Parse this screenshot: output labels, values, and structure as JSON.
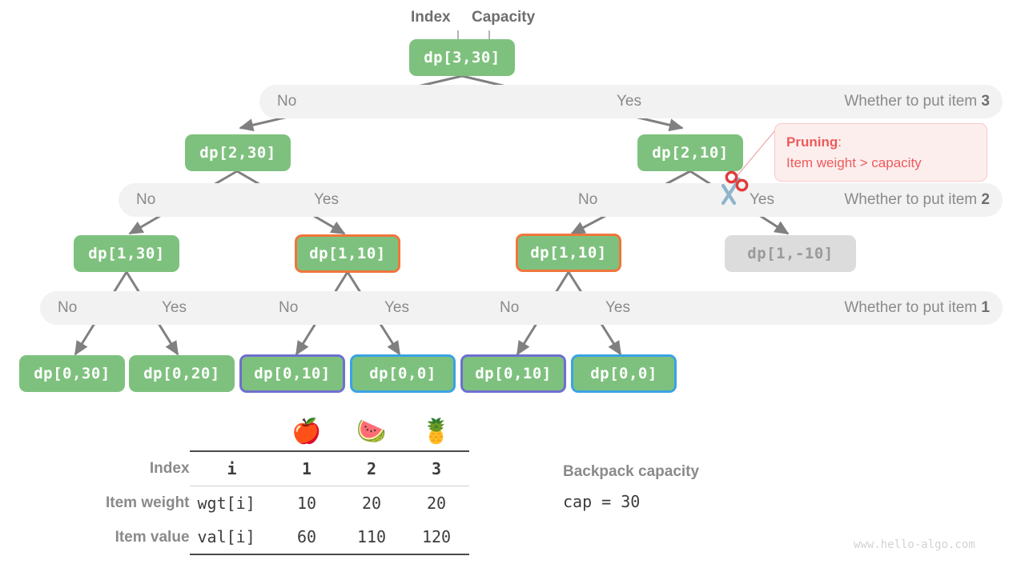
{
  "header": {
    "index_label": "Index",
    "capacity_label": "Capacity"
  },
  "tree": {
    "root": {
      "label": "dp[3,30]"
    },
    "level2": [
      {
        "label": "dp[2,30]"
      },
      {
        "label": "dp[2,10]"
      }
    ],
    "level3": [
      {
        "label": "dp[1,30]",
        "border": "none"
      },
      {
        "label": "dp[1,10]",
        "border": "orange"
      },
      {
        "label": "dp[1,10]",
        "border": "orange"
      },
      {
        "label": "dp[1,-10]",
        "border": "dim"
      }
    ],
    "level4": [
      {
        "label": "dp[0,30]",
        "border": "none"
      },
      {
        "label": "dp[0,20]",
        "border": "none"
      },
      {
        "label": "dp[0,10]",
        "border": "purple"
      },
      {
        "label": "dp[0,0]",
        "border": "blue"
      },
      {
        "label": "dp[0,10]",
        "border": "purple"
      },
      {
        "label": "dp[0,0]",
        "border": "blue"
      }
    ]
  },
  "bands": [
    {
      "title": "Whether to put item 3",
      "title_plain": "Whether to put item ",
      "title_bold": "3",
      "choices": [
        "No",
        "Yes"
      ]
    },
    {
      "title": "Whether to put item 2",
      "title_plain": "Whether to put item ",
      "title_bold": "2",
      "choices": [
        "No",
        "Yes",
        "No",
        "Yes"
      ]
    },
    {
      "title": "Whether to put item 1",
      "title_plain": "Whether to put item ",
      "title_bold": "1",
      "choices": [
        "No",
        "Yes",
        "No",
        "Yes",
        "No",
        "Yes"
      ]
    }
  ],
  "callout": {
    "title": "Pruning",
    "colon": ":",
    "body": "Item weight > capacity",
    "icon": "scissors-icon"
  },
  "table": {
    "emojis": [
      "🍎",
      "🍉",
      "🍍"
    ],
    "row_labels": [
      "Index",
      "Item weight",
      "Item value"
    ],
    "keys": [
      "i",
      "wgt[i]",
      "val[i]"
    ],
    "rows": [
      [
        "1",
        "2",
        "3"
      ],
      [
        "10",
        "20",
        "20"
      ],
      [
        "60",
        "110",
        "120"
      ]
    ]
  },
  "capacity": {
    "title": "Backpack capacity",
    "value": "cap = 30"
  },
  "footer": {
    "text": "www.hello-algo.com"
  },
  "colors": {
    "node_green": "#7ec17e",
    "node_dim": "#dcdcdc",
    "border_orange": "#f1753c",
    "border_purple": "#6f6fd0",
    "border_blue": "#3aa3e3",
    "band_bg": "#f2f2f2",
    "arrow_gray": "#808080",
    "callout_red": "#ec5b5b",
    "callout_bg": "#fdeeee"
  }
}
